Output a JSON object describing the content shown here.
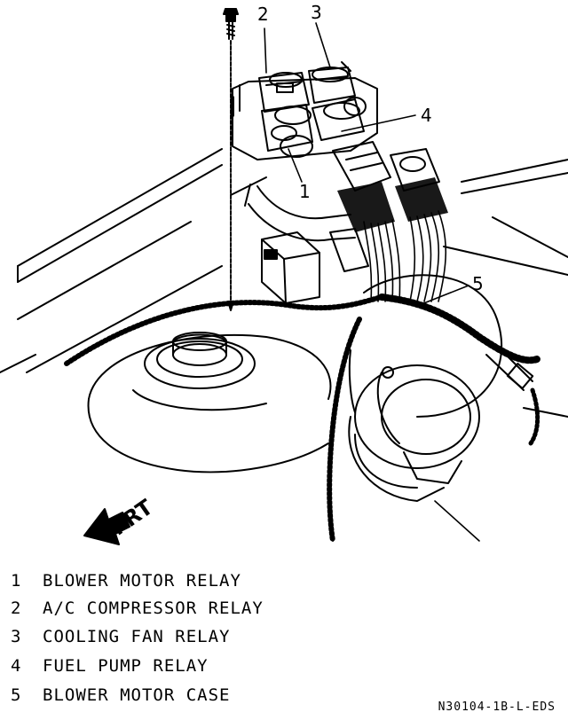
{
  "callouts": [
    "1",
    "2",
    "3",
    "4",
    "5"
  ],
  "direction_label": "FRT",
  "legend": [
    {
      "num": "1",
      "text": "BLOWER MOTOR RELAY"
    },
    {
      "num": "2",
      "text": "A/C COMPRESSOR RELAY"
    },
    {
      "num": "3",
      "text": "COOLING FAN RELAY"
    },
    {
      "num": "4",
      "text": "FUEL PUMP RELAY"
    },
    {
      "num": "5",
      "text": "BLOWER MOTOR CASE"
    }
  ],
  "figure_code": "N30104-1B-L-EDS",
  "colors": {
    "ink": "#000000",
    "paper": "#ffffff"
  }
}
